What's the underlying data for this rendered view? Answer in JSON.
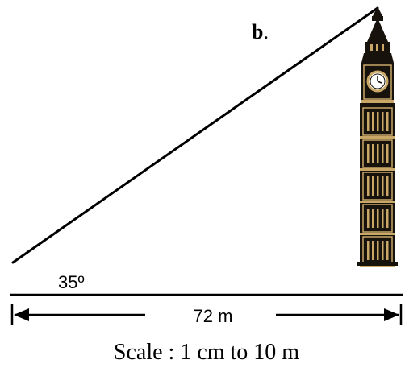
{
  "diagram": {
    "part_label": "b",
    "part_label_suffix": ".",
    "angle_label": "35º",
    "distance_label": "72 m",
    "scale_label": "Scale : 1 cm to 10 m"
  },
  "colors": {
    "ink": "#000000",
    "tower_dark": "#17120c",
    "tower_gold": "#c9a867",
    "clock_face": "#ffffff"
  }
}
